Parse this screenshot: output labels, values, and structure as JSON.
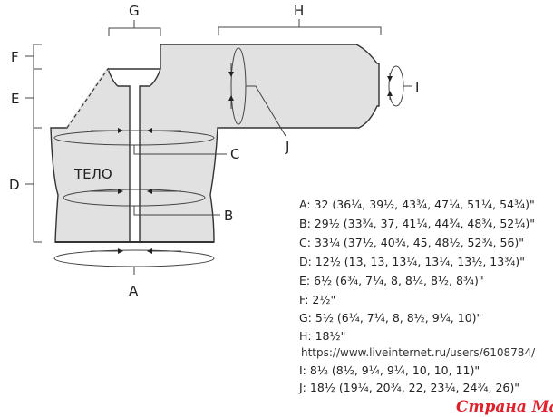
{
  "diagram": {
    "body_label": "ТЕЛО",
    "dimension_labels": {
      "A": "A",
      "B": "B",
      "C": "C",
      "D": "D",
      "E": "E",
      "F": "F",
      "G": "G",
      "H": "H",
      "I": "I",
      "J": "J"
    }
  },
  "measurements": [
    "A: 32 (36¼, 39½, 43¾, 47¼, 51¼, 54¾)\"",
    "B: 29½ (33¾, 37, 41¼, 44¾, 48¾, 52¼)\"",
    "C: 33¼ (37½, 40¾, 45, 48½, 52¾, 56)\"",
    "D: 12½ (13, 13, 13¼, 13¼, 13½, 13¾)\"",
    "E: 6½ (6¾, 7¼, 8, 8¼, 8½, 8¾)\"",
    "F: 2½\"",
    "G: 5½ (6¼, 7¼, 8, 8½, 9¼, 10)\"",
    "H: 18½\"",
    "I: 8½ (8½, 9¼, 9¼, 10, 10, 11)\"",
    "J: 18½ (19¼, 20¾, 22, 23¼, 24¾, 26)\""
  ],
  "watermark_url": "https://www.liveinternet.ru/users/6108784/",
  "logo_text": "Страна Мам"
}
